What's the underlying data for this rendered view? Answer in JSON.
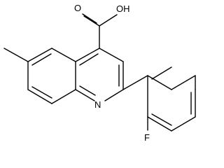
{
  "molecule": {
    "atoms": {
      "oh": "OH",
      "o_carbonyl": "O",
      "n_ring": "N",
      "fluorine": "F"
    }
  }
}
